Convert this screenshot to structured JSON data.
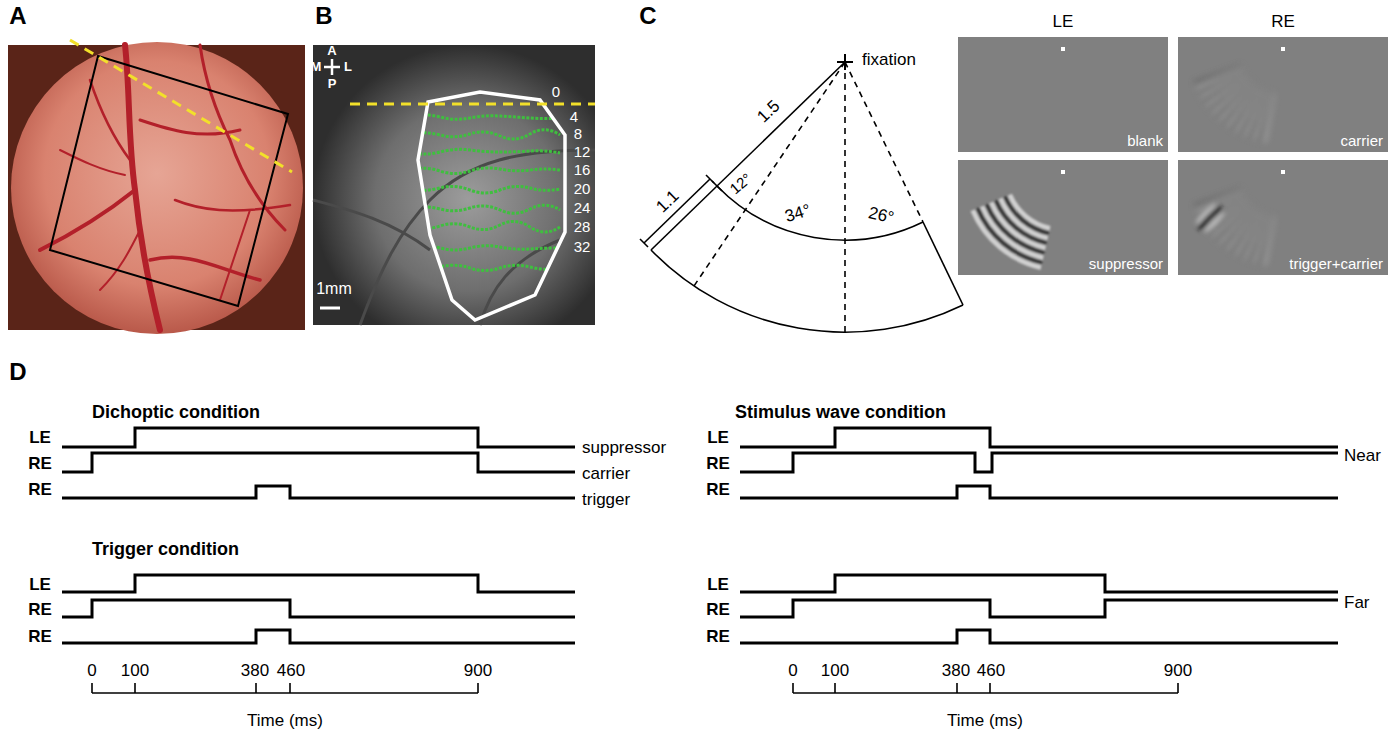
{
  "diagram": {
    "nodes": [
      {
        "text": [
          "blank"
        ]
      },
      {
        "text": [
          "carrier"
        ]
      },
      {
        "text": [
          "suppressor"
        ]
      },
      {
        "text": [
          "trigger+carrier"
        ]
      }
    ],
    "labels": [
      "A",
      "B",
      "C",
      "D",
      "A",
      "M",
      "L",
      "P",
      "0",
      "4",
      "8",
      "12",
      "16",
      "20",
      "24",
      "28",
      "32",
      "1mm",
      "fixation",
      "1.5",
      "1.1",
      "12°",
      "34°",
      "26°",
      "LE",
      "RE",
      "Dichoptic condition",
      "LE",
      "RE",
      "RE",
      "suppressor",
      "carrier",
      "trigger",
      "Trigger condition",
      "LE",
      "RE",
      "RE",
      "0",
      "100",
      "380",
      "460",
      "900",
      "Time (ms)",
      "Stimulus wave condition",
      "LE",
      "RE",
      "RE",
      "Near",
      "LE",
      "RE",
      "RE",
      "Far",
      "0",
      "100",
      "380",
      "460",
      "900",
      "Time (ms)"
    ]
  }
}
